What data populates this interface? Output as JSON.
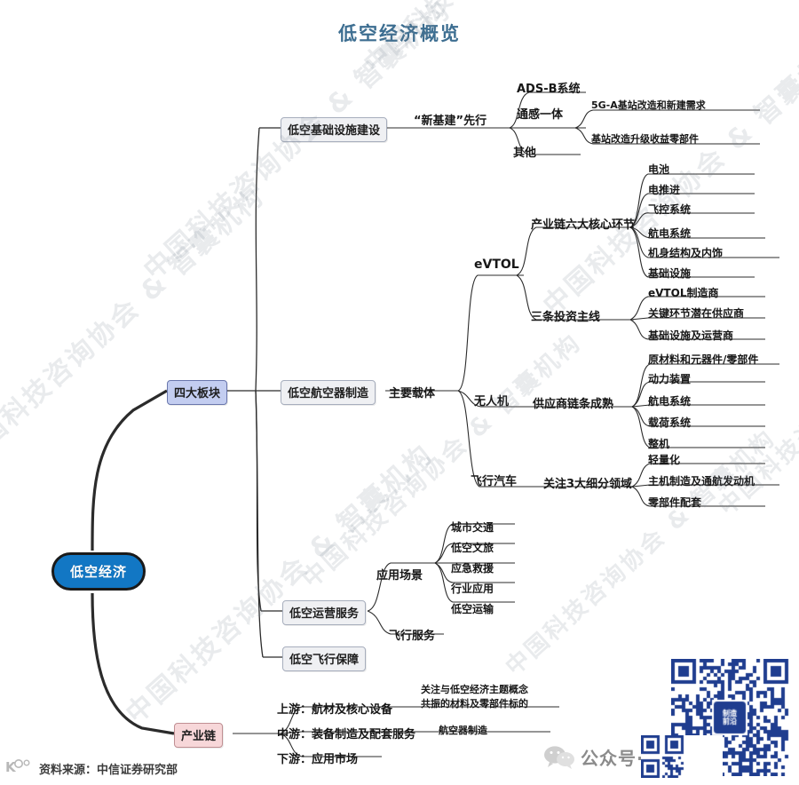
{
  "title": "低空经济概览",
  "root": {
    "label": "低空经济"
  },
  "colors": {
    "title": "#3d6e91",
    "root_fill": "#1277c4",
    "blue_box": "#c3cdf0",
    "pink_box": "#f7d7d9",
    "gray_box": "#eff0f3",
    "link": "#2b2b2b",
    "qr": "#1f3d8f"
  },
  "branches": {
    "four_sectors": {
      "label": "四大板块"
    },
    "industry_chain": {
      "label": "产业链"
    }
  },
  "sectors": {
    "infrastructure": {
      "label": "低空基础设施建设",
      "mid": "“新基建”先行",
      "children": [
        {
          "label": "ADS-B系统",
          "subs": []
        },
        {
          "label": "通感一体",
          "subs": [
            "5G-A基站改造和新建需求",
            "基站改造升级收益零部件"
          ]
        },
        {
          "label": "其他",
          "subs": []
        }
      ]
    },
    "aircraft_manufacturing": {
      "label": "低空航空器制造",
      "mid": "主要载体",
      "carriers": [
        {
          "label": "eVTOL",
          "groups": [
            {
              "label": "产业链六大核心环节",
              "items": [
                "电池",
                "电推进",
                "飞控系统",
                "航电系统",
                "机身结构及内饰",
                "基础设施"
              ]
            },
            {
              "label": "三条投资主线",
              "items": [
                "eVTOL制造商",
                "关键环节潜在供应商",
                "基础设施及运营商"
              ]
            }
          ]
        },
        {
          "label": "无人机",
          "groups": [
            {
              "label": "供应商链条成熟",
              "items": [
                "原材料和元器件/零部件",
                "动力装置",
                "航电系统",
                "载荷系统",
                "整机"
              ]
            }
          ]
        },
        {
          "label": "飞行汽车",
          "groups": [
            {
              "label": "关注3大细分领域",
              "items": [
                "轻量化",
                "主机制造及通航发动机",
                "零部件配套"
              ]
            }
          ]
        }
      ]
    },
    "operation_service": {
      "label": "低空运营服务",
      "groups": [
        {
          "label": "应用场景",
          "items": [
            "城市交通",
            "低空文旅",
            "应急救援",
            "行业应用",
            "低空运输"
          ]
        },
        {
          "label": "飞行服务",
          "items": []
        }
      ]
    },
    "flight_guarantee": {
      "label": "低空飞行保障"
    }
  },
  "chain": {
    "upstream": {
      "label": "上游：航材及核心设备",
      "note_line1": "关注与低空经济主题概念",
      "note_line2": "共振的材料及零部件标的"
    },
    "midstream": {
      "label": "中游：装备制造及配套服务",
      "note": "航空器制造"
    },
    "downstream": {
      "label": "下游：应用市场",
      "note": ""
    }
  },
  "footer": {
    "source": "资料来源：中信证券研究部"
  },
  "promo": {
    "wechat_label": "公众号·",
    "wechat_icon": "wechat-icon",
    "qr_center": "制造\n前沿"
  },
  "watermark": {
    "text": "中国科技咨询协会 & 智囊机构"
  }
}
